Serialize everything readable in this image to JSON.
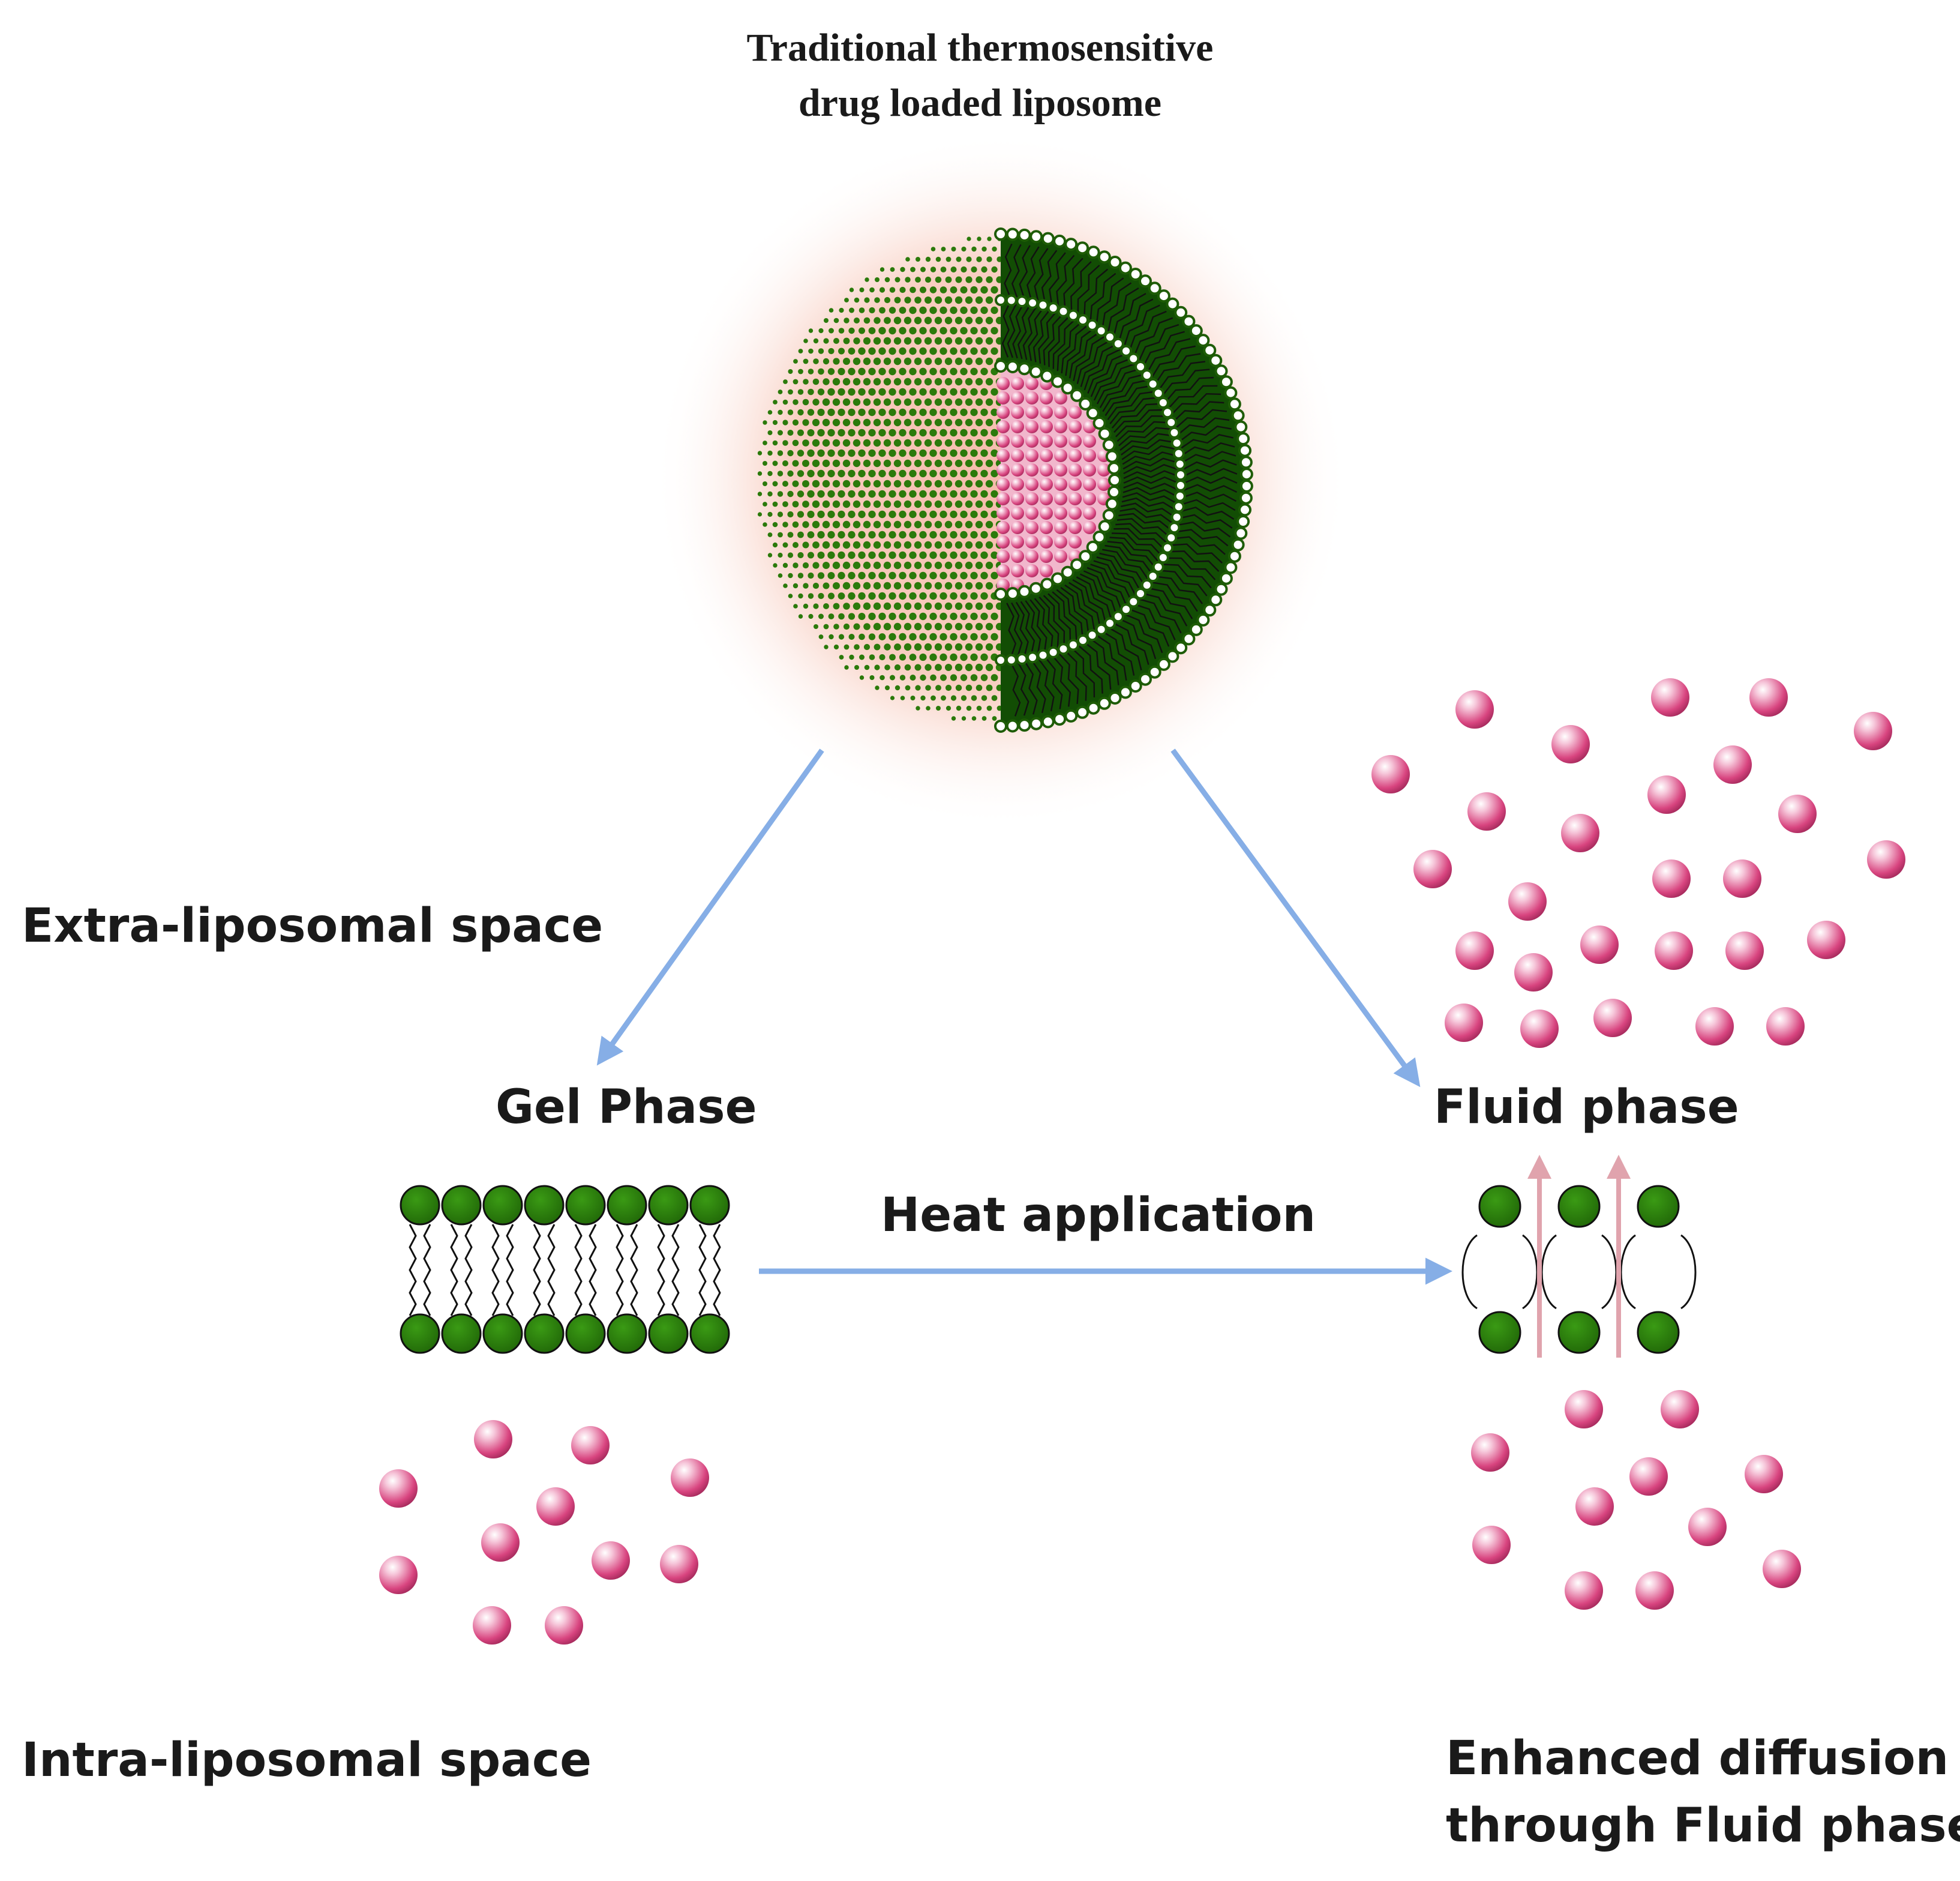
{
  "title_lines": [
    "Traditional thermosensitive",
    "drug loaded liposome"
  ],
  "labels": {
    "extra": "Extra-liposomal space",
    "intra": "Intra-liposomal space",
    "gel": "Gel Phase",
    "fluid": "Fluid phase",
    "heat": "Heat application",
    "enhanced_lines": [
      "Enhanced diffusion",
      "through Fluid phase"
    ]
  },
  "colors": {
    "lipid_head": "#2b7a0b",
    "lipid_head_dark": "#1e5c06",
    "lipid_tail": "#111111",
    "drug_pink": "#d8447f",
    "drug_light": "#f6c7da",
    "arrow_blue": "#86aee6",
    "diffusion_arrow": "#e0a3ad",
    "glow": "#f4b8a6"
  }
}
